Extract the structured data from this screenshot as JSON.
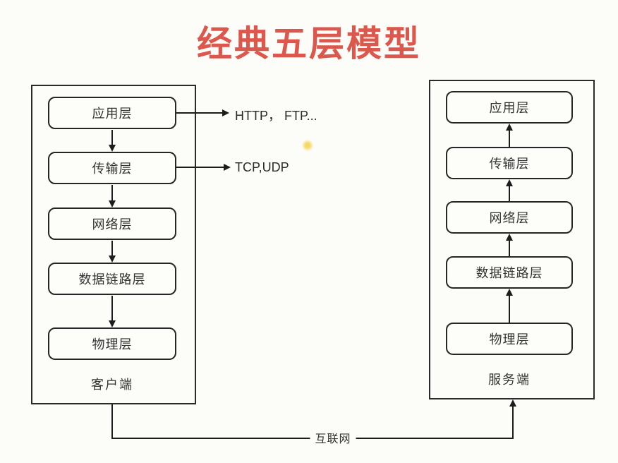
{
  "title": {
    "text": "经典五层模型"
  },
  "client": {
    "caption": "客户端",
    "layers": [
      "应用层",
      "传输层",
      "网络层",
      "数据链路层",
      "物理层"
    ],
    "flow_direction": "down"
  },
  "server": {
    "caption": "服务端",
    "layers": [
      "应用层",
      "传输层",
      "网络层",
      "数据链路层",
      "物理层"
    ],
    "flow_direction": "up"
  },
  "annotations": {
    "application_protocols": "HTTP， FTP...",
    "transport_protocols": "TCP,UDP"
  },
  "link": {
    "label": "互联网"
  },
  "colors": {
    "title": "#dd584c",
    "line": "#1d1d1d",
    "text": "#333333",
    "background": "#fcfcf9",
    "cursor_dot": "#f6d963"
  }
}
